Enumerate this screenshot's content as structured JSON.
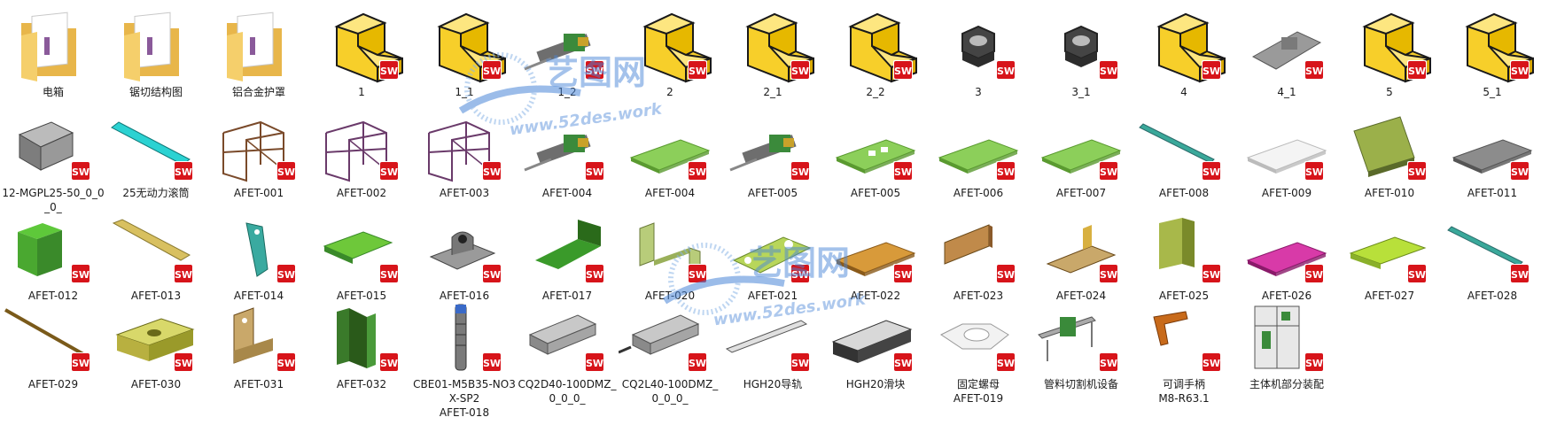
{
  "folders": [
    "电箱",
    "锯切结构图",
    "铝合金护罩"
  ],
  "parts_row1": [
    {
      "label": "1",
      "kind": "block"
    },
    {
      "label": "1_1",
      "kind": "block"
    },
    {
      "label": "1_2",
      "kind": "assembly"
    },
    {
      "label": "2",
      "kind": "block"
    },
    {
      "label": "2_1",
      "kind": "block"
    },
    {
      "label": "2_2",
      "kind": "block"
    },
    {
      "label": "3",
      "kind": "nut"
    },
    {
      "label": "3_1",
      "kind": "nut"
    },
    {
      "label": "4",
      "kind": "block"
    },
    {
      "label": "4_1",
      "kind": "bracket"
    },
    {
      "label": "5",
      "kind": "block"
    },
    {
      "label": "5_1",
      "kind": "block"
    }
  ],
  "row2": [
    {
      "label": "12-MGPL25-50_0_0_0_",
      "kind": "cylinder-guide"
    },
    {
      "label": "25无动力滚筒",
      "kind": "roller"
    },
    {
      "label": "AFET-001",
      "kind": "frame-brown"
    },
    {
      "label": "AFET-002",
      "kind": "frame-purple"
    },
    {
      "label": "AFET-003",
      "kind": "frame-purple"
    },
    {
      "label": "AFET-004",
      "kind": "assembly"
    },
    {
      "label": "AFET-004",
      "kind": "plate-green"
    },
    {
      "label": "AFET-005",
      "kind": "assembly"
    },
    {
      "label": "AFET-005",
      "kind": "plate-green-holes"
    },
    {
      "label": "AFET-006",
      "kind": "plate-green"
    },
    {
      "label": "AFET-007",
      "kind": "plate-green"
    },
    {
      "label": "AFET-008",
      "kind": "bar-teal"
    },
    {
      "label": "AFET-009",
      "kind": "plate-white"
    },
    {
      "label": "AFET-010",
      "kind": "plate-olive"
    },
    {
      "label": "AFET-011",
      "kind": "plate-gray"
    }
  ],
  "row3": [
    {
      "label": "AFET-012",
      "kind": "angle-green"
    },
    {
      "label": "AFET-013",
      "kind": "bar-khaki"
    },
    {
      "label": "AFET-014",
      "kind": "wedge-teal"
    },
    {
      "label": "AFET-015",
      "kind": "plate-lime"
    },
    {
      "label": "AFET-016",
      "kind": "pillow-gray"
    },
    {
      "label": "AFET-017",
      "kind": "angle-darkgreen"
    },
    {
      "label": "AFET-020",
      "kind": "bracket-olive"
    },
    {
      "label": "AFET-021",
      "kind": "plate-yellowgreen"
    },
    {
      "label": "AFET-022",
      "kind": "plate-orange"
    },
    {
      "label": "AFET-023",
      "kind": "angle-brown"
    },
    {
      "label": "AFET-024",
      "kind": "angle-tan"
    },
    {
      "label": "AFET-025",
      "kind": "block-olive"
    },
    {
      "label": "AFET-026",
      "kind": "plate-magenta"
    },
    {
      "label": "AFET-027",
      "kind": "tray-lime"
    },
    {
      "label": "AFET-028",
      "kind": "bar-teal"
    }
  ],
  "row4": [
    {
      "label": "AFET-029",
      "kind": "rod-brown"
    },
    {
      "label": "AFET-030",
      "kind": "block-yellow"
    },
    {
      "label": "AFET-031",
      "kind": "bracket-tan"
    },
    {
      "label": "AFET-032",
      "kind": "channel-green"
    },
    {
      "label": "CBE01-M5B35-NO3X-SP2\nAFET-018",
      "kind": "sensor"
    },
    {
      "label": "CQ2D40-100DMZ_0_0_0_",
      "kind": "cylinder"
    },
    {
      "label": "CQ2L40-100DMZ_0_0_0_",
      "kind": "cylinder-rod"
    },
    {
      "label": "HGH20导轨",
      "kind": "rail"
    },
    {
      "label": "HGH20滑块",
      "kind": "slider"
    },
    {
      "label": "固定螺母\nAFET-019",
      "kind": "hex-nut-white"
    },
    {
      "label": "管料切割机设备",
      "kind": "machine"
    },
    {
      "label": "可调手柄\nM8-R63.1",
      "kind": "handle"
    },
    {
      "label": "主体机部分装配",
      "kind": "cabinet"
    }
  ],
  "badge_text": "SW",
  "watermark": {
    "brand": "艺图网",
    "url": "www.52des.work"
  },
  "colors": {
    "folder": "#f2c75c",
    "block": "#f7cf2a",
    "badge": "#d7141a"
  }
}
